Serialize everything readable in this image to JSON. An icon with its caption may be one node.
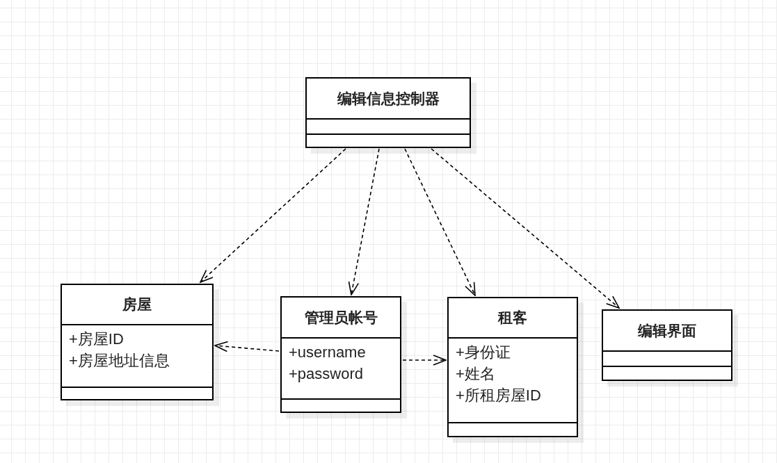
{
  "diagram": {
    "nodes": [
      {
        "text": [
          "编辑信息控制器"
        ]
      },
      {
        "text": [
          "房屋",
          "+房屋ID",
          "+房屋地址信息"
        ]
      },
      {
        "text": [
          "管理员帐号",
          "+username",
          "+password"
        ]
      },
      {
        "text": [
          "租客",
          "+身份证",
          "+姓名",
          "+所租房屋ID"
        ]
      },
      {
        "text": [
          "编辑界面"
        ]
      }
    ],
    "edges": [
      {
        "from": 0,
        "to": 1,
        "arrow": "to",
        "style": "dashed"
      },
      {
        "from": 0,
        "to": 2,
        "arrow": "to",
        "style": "dashed"
      },
      {
        "from": 0,
        "to": 3,
        "arrow": "to",
        "style": "dashed"
      },
      {
        "from": 0,
        "to": 4,
        "arrow": "to",
        "style": "dashed"
      },
      {
        "from": 2,
        "to": 1,
        "arrow": "to",
        "style": "dashed"
      },
      {
        "from": 2,
        "to": 3,
        "arrow": "to",
        "style": "dashed"
      }
    ]
  }
}
